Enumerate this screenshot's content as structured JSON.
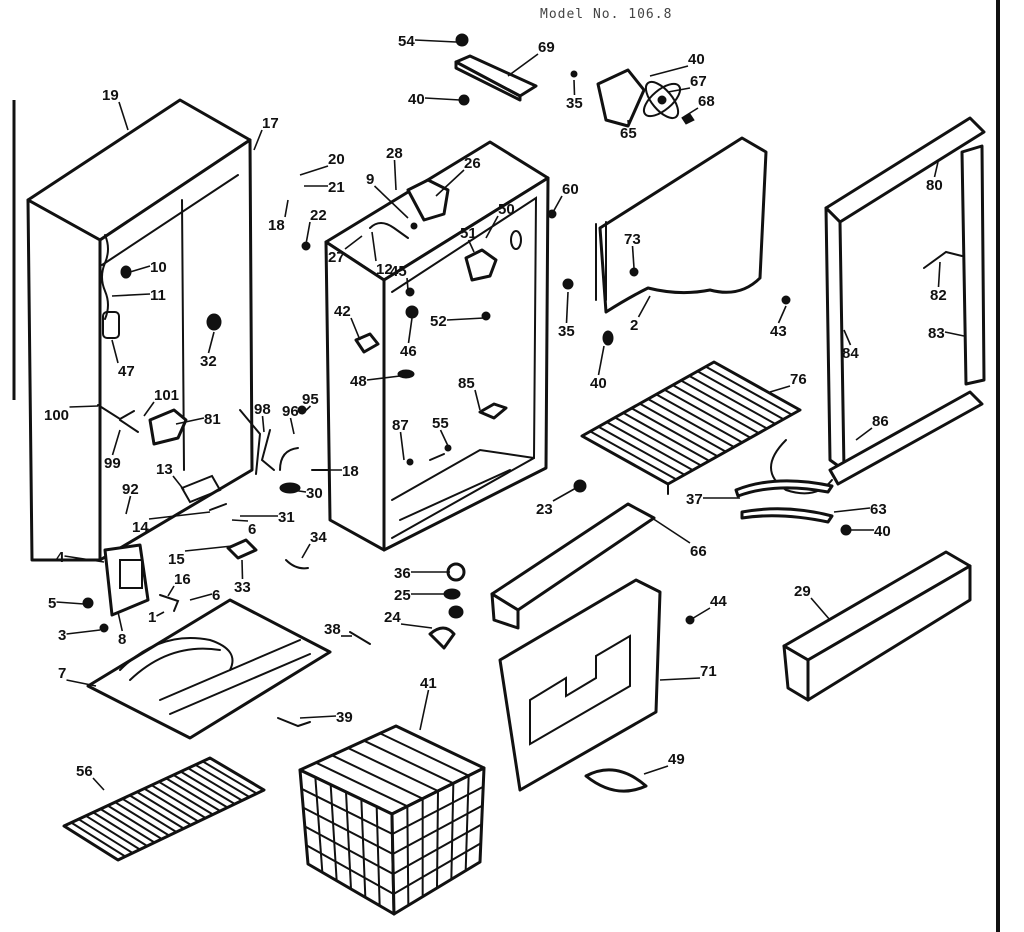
{
  "header_text": "Model No. 106.8",
  "labels": {
    "p1": "1",
    "p2": "2",
    "p3": "3",
    "p4": "4",
    "p5": "5",
    "p6a": "6",
    "p6b": "6",
    "p7": "7",
    "p8": "8",
    "p9": "9",
    "p10": "10",
    "p11": "11",
    "p12": "12",
    "p13": "13",
    "p14": "14",
    "p15": "15",
    "p16": "16",
    "p17": "17",
    "p18a": "18",
    "p18b": "18",
    "p19": "19",
    "p20": "20",
    "p21": "21",
    "p22": "22",
    "p23": "23",
    "p24": "24",
    "p25": "25",
    "p26": "26",
    "p27": "27",
    "p28": "28",
    "p29": "29",
    "p30": "30",
    "p31": "31",
    "p32": "32",
    "p33": "33",
    "p34": "34",
    "p35a": "35",
    "p35b": "35",
    "p36": "36",
    "p37": "37",
    "p38": "38",
    "p39": "39",
    "p40a": "40",
    "p40b": "40",
    "p40c": "40",
    "p40d": "40",
    "p41": "41",
    "p42": "42",
    "p43": "43",
    "p44": "44",
    "p45": "45",
    "p46": "46",
    "p47": "47",
    "p48": "48",
    "p49": "49",
    "p50": "50",
    "p51": "51",
    "p52": "52",
    "p54": "54",
    "p55": "55",
    "p56": "56",
    "p60": "60",
    "p63": "63",
    "p65": "65",
    "p66": "66",
    "p67": "67",
    "p68": "68",
    "p69": "69",
    "p71": "71",
    "p73": "73",
    "p76": "76",
    "p80": "80",
    "p81": "81",
    "p82": "82",
    "p83": "83",
    "p84": "84",
    "p85": "85",
    "p86": "86",
    "p87": "87",
    "p92": "92",
    "p95": "95",
    "p96": "96",
    "p98": "98",
    "p99": "99",
    "p100": "100",
    "p101": "101"
  }
}
